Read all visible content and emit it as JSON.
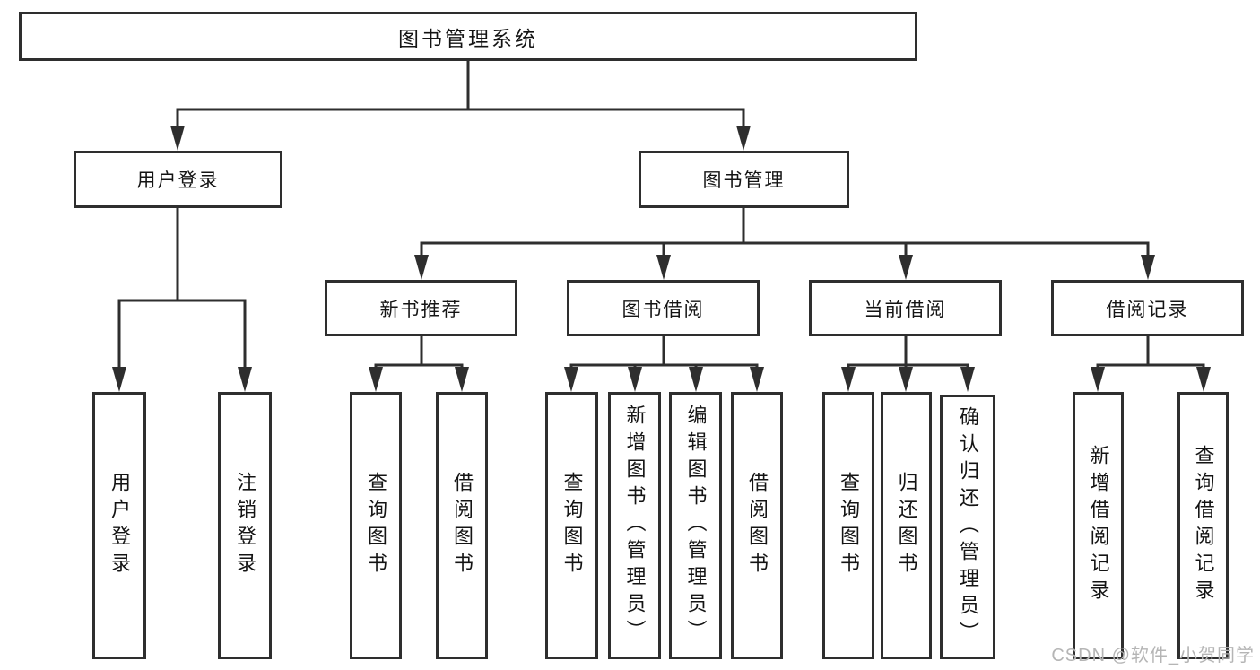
{
  "diagram": {
    "title": "图书管理系统",
    "level2": [
      {
        "label": "用户登录"
      },
      {
        "label": "图书管理"
      }
    ],
    "level3": [
      {
        "label": "新书推荐"
      },
      {
        "label": "图书借阅"
      },
      {
        "label": "当前借阅"
      },
      {
        "label": "借阅记录"
      }
    ],
    "leaves": {
      "login": [
        {
          "label": "用户登录"
        },
        {
          "label": "注销登录"
        }
      ],
      "recommend": [
        {
          "label": "查询图书"
        },
        {
          "label": "借阅图书"
        }
      ],
      "borrow": [
        {
          "label": "查询图书"
        },
        {
          "label": "新增图书（管理员）"
        },
        {
          "label": "编辑图书（管理员）"
        },
        {
          "label": "借阅图书"
        }
      ],
      "current": [
        {
          "label": "查询图书"
        },
        {
          "label": "归还图书"
        },
        {
          "label": "确认归还（管理员）"
        }
      ],
      "records": [
        {
          "label": "新增借阅记录"
        },
        {
          "label": "查询借阅记录"
        }
      ]
    },
    "watermark": "CSDN @软件_小贺同学",
    "colors": {
      "line": "#2e2e2e",
      "text": "#141414",
      "watermark": "#b5b5b5",
      "background": "#ffffff"
    }
  }
}
